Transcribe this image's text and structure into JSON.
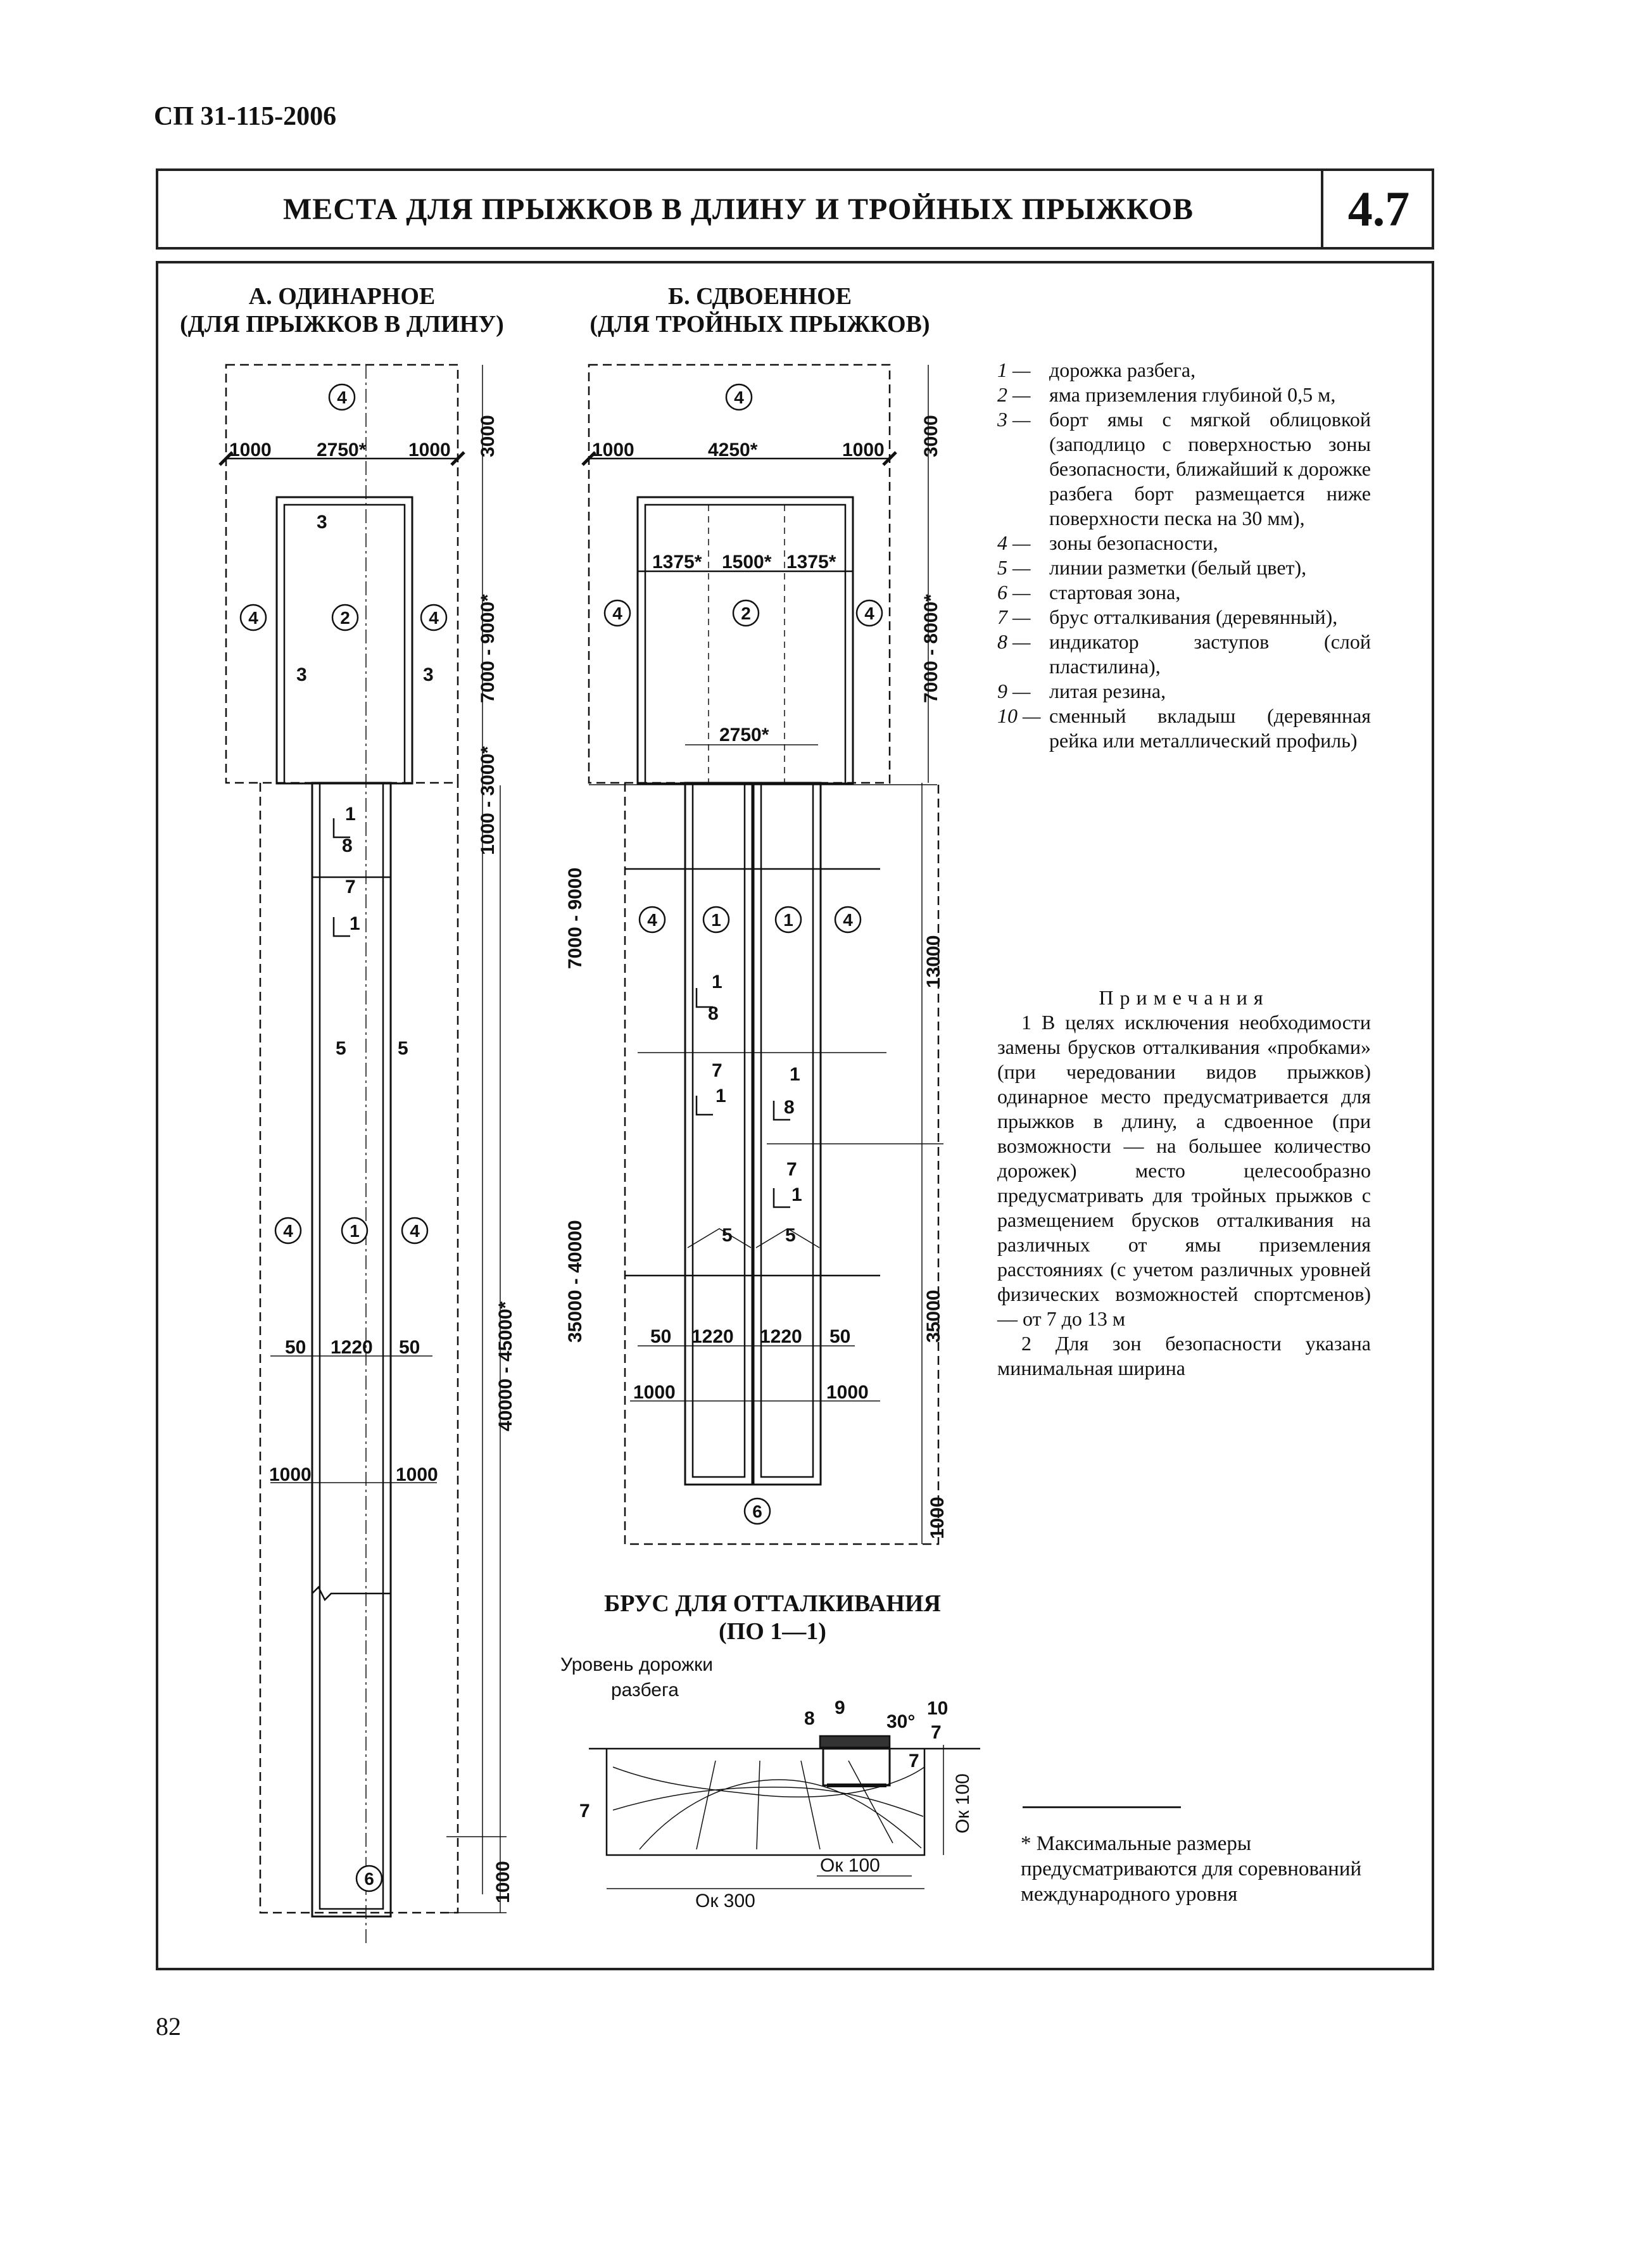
{
  "header": {
    "doc_code": "СП 31-115-2006",
    "title": "МЕСТА ДЛЯ ПРЫЖКОВ В ДЛИНУ И ТРОЙНЫХ ПРЫЖКОВ",
    "number": "4.7"
  },
  "drawing_a": {
    "title_line1": "А. ОДИНАРНОЕ",
    "title_line2": "(ДЛЯ ПРЫЖКОВ В ДЛИНУ)",
    "dim_top_zone": "3000",
    "dim_widths": [
      "1000",
      "2750*",
      "1000"
    ],
    "dim_pit_length": "7000 - 9000*",
    "dim_gap": "1000 - 3000*",
    "dim_runway": "40000 - 45000*",
    "dim_track": [
      "50",
      "1220",
      "50"
    ],
    "dim_side_zones": [
      "1000",
      "1000"
    ],
    "dim_end": "1000"
  },
  "drawing_b": {
    "title_line1": "Б. СДВОЕННОЕ",
    "title_line2": "(ДЛЯ ТРОЙНЫХ ПРЫЖКОВ)",
    "dim_top_zone": "3000",
    "dim_widths": [
      "1000",
      "4250*",
      "1000"
    ],
    "dim_inner": [
      "1375*",
      "1500*",
      "1375*"
    ],
    "dim_pit_length": "7000 - 8000*",
    "dim_pit_width": "2750*",
    "dim_left_a": "7000 - 9000",
    "dim_right_a": "13000",
    "dim_left_b": "35000 - 40000",
    "dim_right_b": "35000",
    "dim_track": [
      "50",
      "1220",
      "1220",
      "50"
    ],
    "dim_side_zones": [
      "1000",
      "1000"
    ],
    "dim_end": "1000"
  },
  "drawing_c": {
    "title_line1": "БРУС ДЛЯ ОТТАЛКИВАНИЯ",
    "title_line2": "(ПО 1—1)",
    "label_level_1": "Уровень дорожки",
    "label_level_2": "разбега",
    "angle": "30°",
    "dim_total": "Ок 300",
    "dim_insert": "Ок 100",
    "dim_height": "Ок 100",
    "dim_seven_a": "7",
    "dim_seven_b": "7"
  },
  "legend": [
    {
      "num": "1 —",
      "text": "дорожка разбега,"
    },
    {
      "num": "2 —",
      "text": "яма приземления глубиной 0,5 м,"
    },
    {
      "num": "3 —",
      "text": "борт ямы с мягкой облицовкой (заподлицо с поверхностью зоны безопасности, ближайший к дорожке разбега борт размещается ниже поверхности песка на 30 мм),"
    },
    {
      "num": "4 —",
      "text": "зоны безопасности,"
    },
    {
      "num": "5 —",
      "text": "линии разметки (белый цвет),"
    },
    {
      "num": "6 —",
      "text": "стартовая зона,"
    },
    {
      "num": "7 —",
      "text": "брус отталкивания (деревянный),"
    },
    {
      "num": "8 —",
      "text": "индикатор заступов (слой пластилина),"
    },
    {
      "num": "9 —",
      "text": "литая резина,"
    },
    {
      "num": "10 —",
      "text": "сменный вкладыш (деревянная рейка или металлический профиль)"
    }
  ],
  "notes": {
    "title": "Примечания",
    "items": [
      "1 В целях исключения необходимости замены брусков отталкивания «пробками» (при чередовании видов прыжков) одинарное место предусматривается для прыжков в длину, а сдвоенное (при возможности — на большее количество дорожек) место целесообразно предусматривать для тройных прыжков с размещением брусков отталкивания на различных от ямы приземления расстояниях (с учетом различных уровней физических возможностей спортсменов) — от 7 до 13 м",
      "2 Для зон безопасности указана минимальная ширина"
    ]
  },
  "footnote": "* Максимальные размеры предусматриваются для соревнований международного уровня",
  "page_number": "82"
}
